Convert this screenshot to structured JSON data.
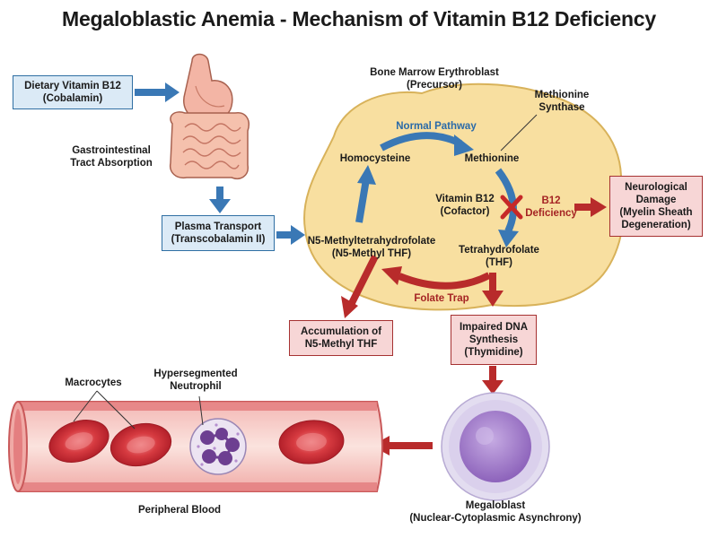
{
  "title": "Megaloblastic Anemia - Mechanism of Vitamin B12 Deficiency",
  "boxes": {
    "dietary": {
      "line1": "Dietary Vitamin B12",
      "line2": "(Cobalamin)"
    },
    "plasma": {
      "line1": "Plasma Transport",
      "line2": "(Transcobalamin II)"
    },
    "neuro": {
      "line1": "Neurological",
      "line2": "Damage",
      "line3": "(Myelin Sheath",
      "line4": "Degeneration)"
    },
    "accum": {
      "line1": "Accumulation of",
      "line2": "N5-Methyl THF"
    },
    "dna": {
      "line1": "Impaired DNA",
      "line2": "Synthesis",
      "line3": "(Thymidine)"
    }
  },
  "labels": {
    "gi": {
      "line1": "Gastrointestinal",
      "line2": "Tract Absorption"
    },
    "marrow": {
      "line1": "Bone Marrow Erythroblast",
      "line2": "(Precursor)"
    },
    "methionine_synthase": {
      "line1": "Methionine",
      "line2": "Synthase"
    },
    "normal_pathway": "Normal Pathway",
    "homocysteine": "Homocysteine",
    "methionine": "Methionine",
    "vitb12": {
      "line1": "Vitamin B12",
      "line2": "(Cofactor)"
    },
    "b12_def": {
      "line1": "B12",
      "line2": "Deficiency"
    },
    "n5methyl": {
      "line1": "N5-Methyltetrahydrofolate",
      "line2": "(N5-Methyl THF)"
    },
    "thf": {
      "line1": "Tetrahydrofolate",
      "line2": "(THF)"
    },
    "folate_trap": "Folate Trap",
    "macrocytes": "Macrocytes",
    "neutrophil": {
      "line1": "Hypersegmented",
      "line2": "Neutrophil"
    },
    "peripheral": "Peripheral Blood",
    "megaloblast": {
      "line1": "Megaloblast",
      "line2": "(Nuclear-Cytoplasmic Asynchrony)"
    }
  },
  "colors": {
    "blue_arrow": "#3a78b5",
    "red_arrow": "#b82b2b",
    "marrow_fill": "#f8dfa0",
    "vessel": "#e5898a",
    "rbc": "#d4333a",
    "megaloblast": "#9f7cc7"
  },
  "icons": [
    "stomach-intestine-icon",
    "red-x-icon",
    "red-blood-cell-icon",
    "neutrophil-icon",
    "megaloblast-icon"
  ]
}
